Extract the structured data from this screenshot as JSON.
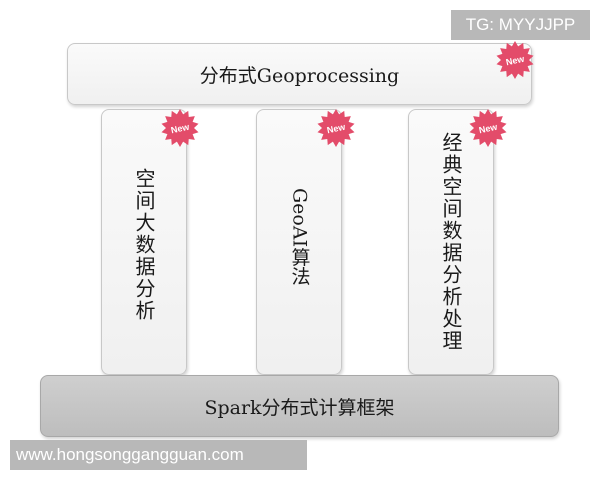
{
  "watermarks": {
    "top": "TG: MYYJJPP",
    "bottom": "www.hongsonggangguan.com"
  },
  "diagram": {
    "top_bar": "分布式Geoprocessing",
    "pillars": [
      {
        "label": "空间大数据分析"
      },
      {
        "label": "GeoAI算法"
      },
      {
        "label": "经典空间数据分析处理"
      }
    ],
    "base": "Spark分布式计算框架",
    "badge_text": "New",
    "badge_color": "#e34c6a"
  }
}
